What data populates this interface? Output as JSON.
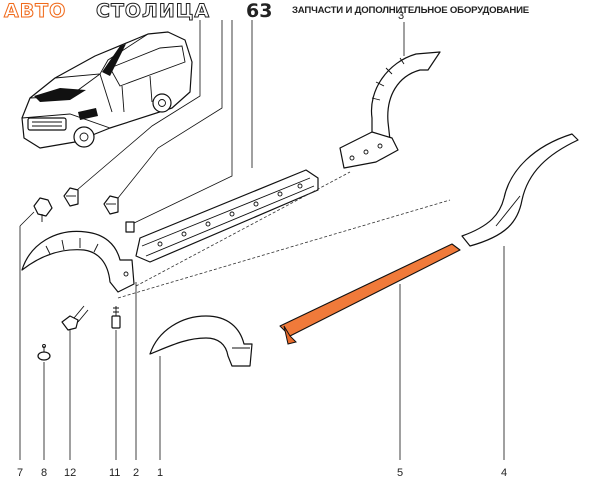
{
  "header": {
    "logo_part1": "АВТО",
    "logo_part2": "СТОЛИЦА",
    "logo_part3": "63",
    "tagline": "ЗАПЧАСТИ И ДОПОЛНИТЕЛЬНОЕ ОБОРУДОВАНИЕ"
  },
  "colors": {
    "brand_orange": "#f06a1b",
    "highlight_part": "#f07a3a",
    "line": "#111111"
  },
  "callouts": {
    "c1": "1",
    "c2": "2",
    "c3": "3",
    "c4": "4",
    "c5": "5",
    "c7": "7",
    "c8": "8",
    "c11": "11",
    "c12": "12"
  }
}
